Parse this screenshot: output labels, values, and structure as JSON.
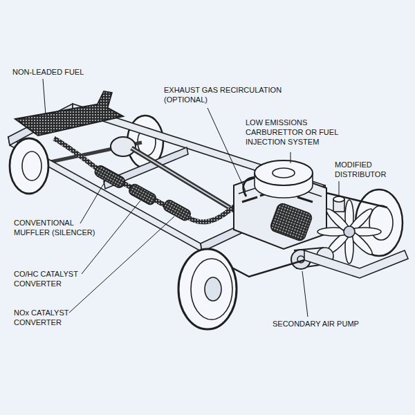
{
  "diagram": {
    "labels": [
      "NON-LEADED FUEL",
      "EXHAUST GAS RECIRCULATION (OPTIONAL)",
      "LOW EMISSIONS CARBURETTOR OR FUEL INJECTION SYSTEM",
      "MODIFIED DISTRIBUTOR",
      "CONVENTIONAL MUFFLER (SILENCER)",
      "CO/HC CATALYST CONVERTER",
      "NOx CATALYST CONVERTER",
      "SECONDARY AIR PUMP"
    ]
  }
}
